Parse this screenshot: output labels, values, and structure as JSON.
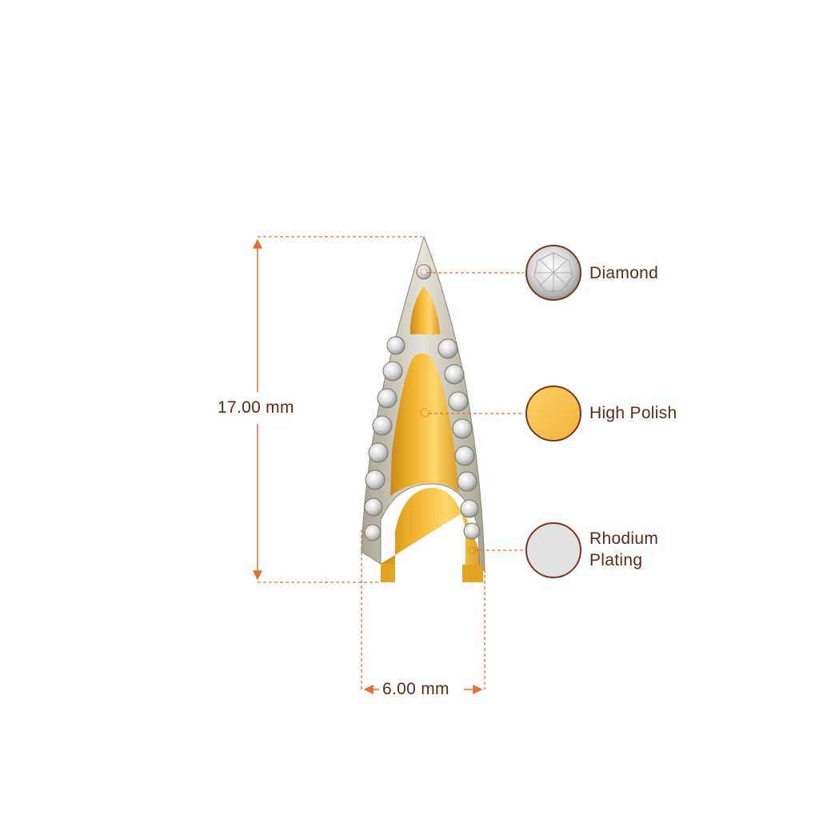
{
  "dimensions": {
    "height_label": "17.00 mm",
    "width_label": "6.00 mm"
  },
  "legend": [
    {
      "id": "diamond",
      "line1": "Diamond",
      "line2": "",
      "swatch_color": "#e6e6e6"
    },
    {
      "id": "high-polish",
      "line1": "High Polish",
      "line2": "",
      "swatch_color": "#f5c451"
    },
    {
      "id": "rhodium-plating",
      "line1": "Rhodium",
      "line2": "Plating",
      "swatch_color": "#e2e2e2"
    }
  ],
  "colors": {
    "guide_line": "#ee6a2c",
    "label_text": "#5a2a1a",
    "swatch_border": "#7a3522",
    "gold": "#f2b632",
    "gold_dark": "#c98c12",
    "white_gold": "#cfcbbf"
  }
}
